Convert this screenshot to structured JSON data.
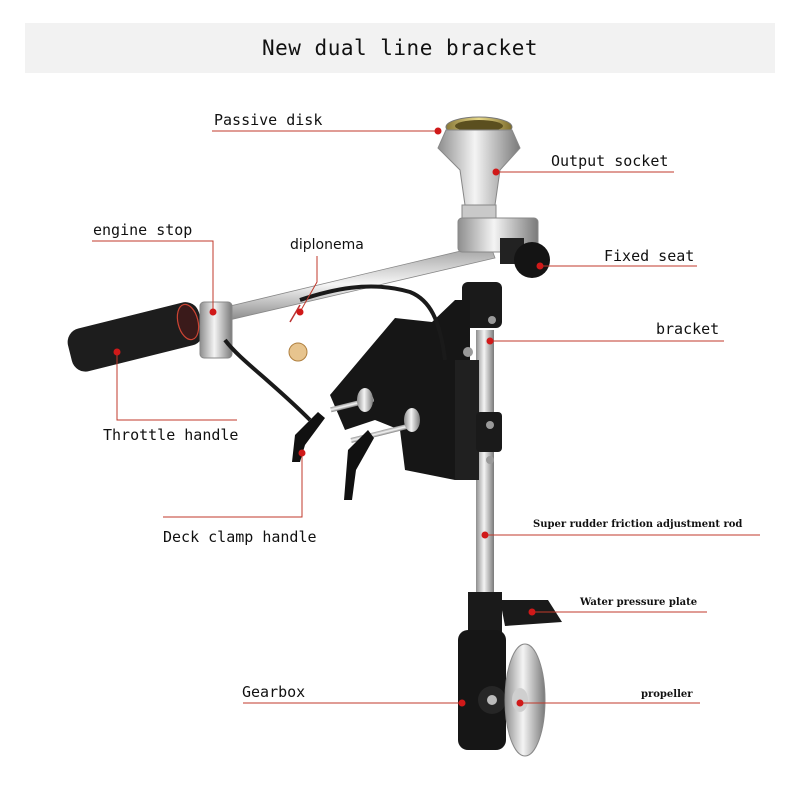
{
  "title": "New dual line bracket",
  "labels": {
    "passive_disk": "Passive disk",
    "output_socket": "Output socket",
    "engine_stop": "engine stop",
    "diplonema": "diplonema",
    "fixed_seat": "Fixed seat",
    "bracket": "bracket",
    "throttle_handle": "Throttle handle",
    "deck_clamp_handle": "Deck clamp handle",
    "super_rudder": "Super rudder friction adjustment rod",
    "water_pressure_plate": "Water pressure plate",
    "gearbox": "Gearbox",
    "propeller": "propeller"
  },
  "colors": {
    "leader": "#c0392b",
    "dot": "#d01919"
  }
}
